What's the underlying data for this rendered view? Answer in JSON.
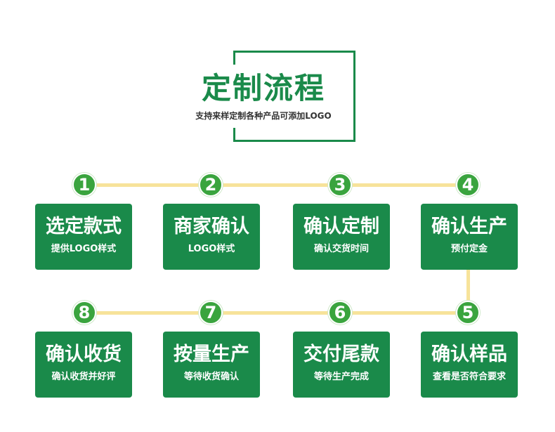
{
  "header": {
    "title": "定制流程",
    "subtitle": "支持来样定制各种产品可添加LOGO"
  },
  "steps": [
    {
      "number": "1",
      "title": "选定款式",
      "desc": "提供LOGO样式"
    },
    {
      "number": "2",
      "title": "商家确认",
      "desc": "LOGO样式"
    },
    {
      "number": "3",
      "title": "确认定制",
      "desc": "确认交货时间"
    },
    {
      "number": "4",
      "title": "确认生产",
      "desc": "预付定金"
    },
    {
      "number": "5",
      "title": "确认样品",
      "desc": "查看是否符合要求"
    },
    {
      "number": "6",
      "title": "交付尾款",
      "desc": "等待生产完成"
    },
    {
      "number": "7",
      "title": "按量生产",
      "desc": "等待收货确认"
    },
    {
      "number": "8",
      "title": "确认收货",
      "desc": "确认收货并好评"
    }
  ],
  "colors": {
    "primary": "#1a8a4a",
    "number_badge": "#3aa43e",
    "connector": "#f7e39a"
  }
}
